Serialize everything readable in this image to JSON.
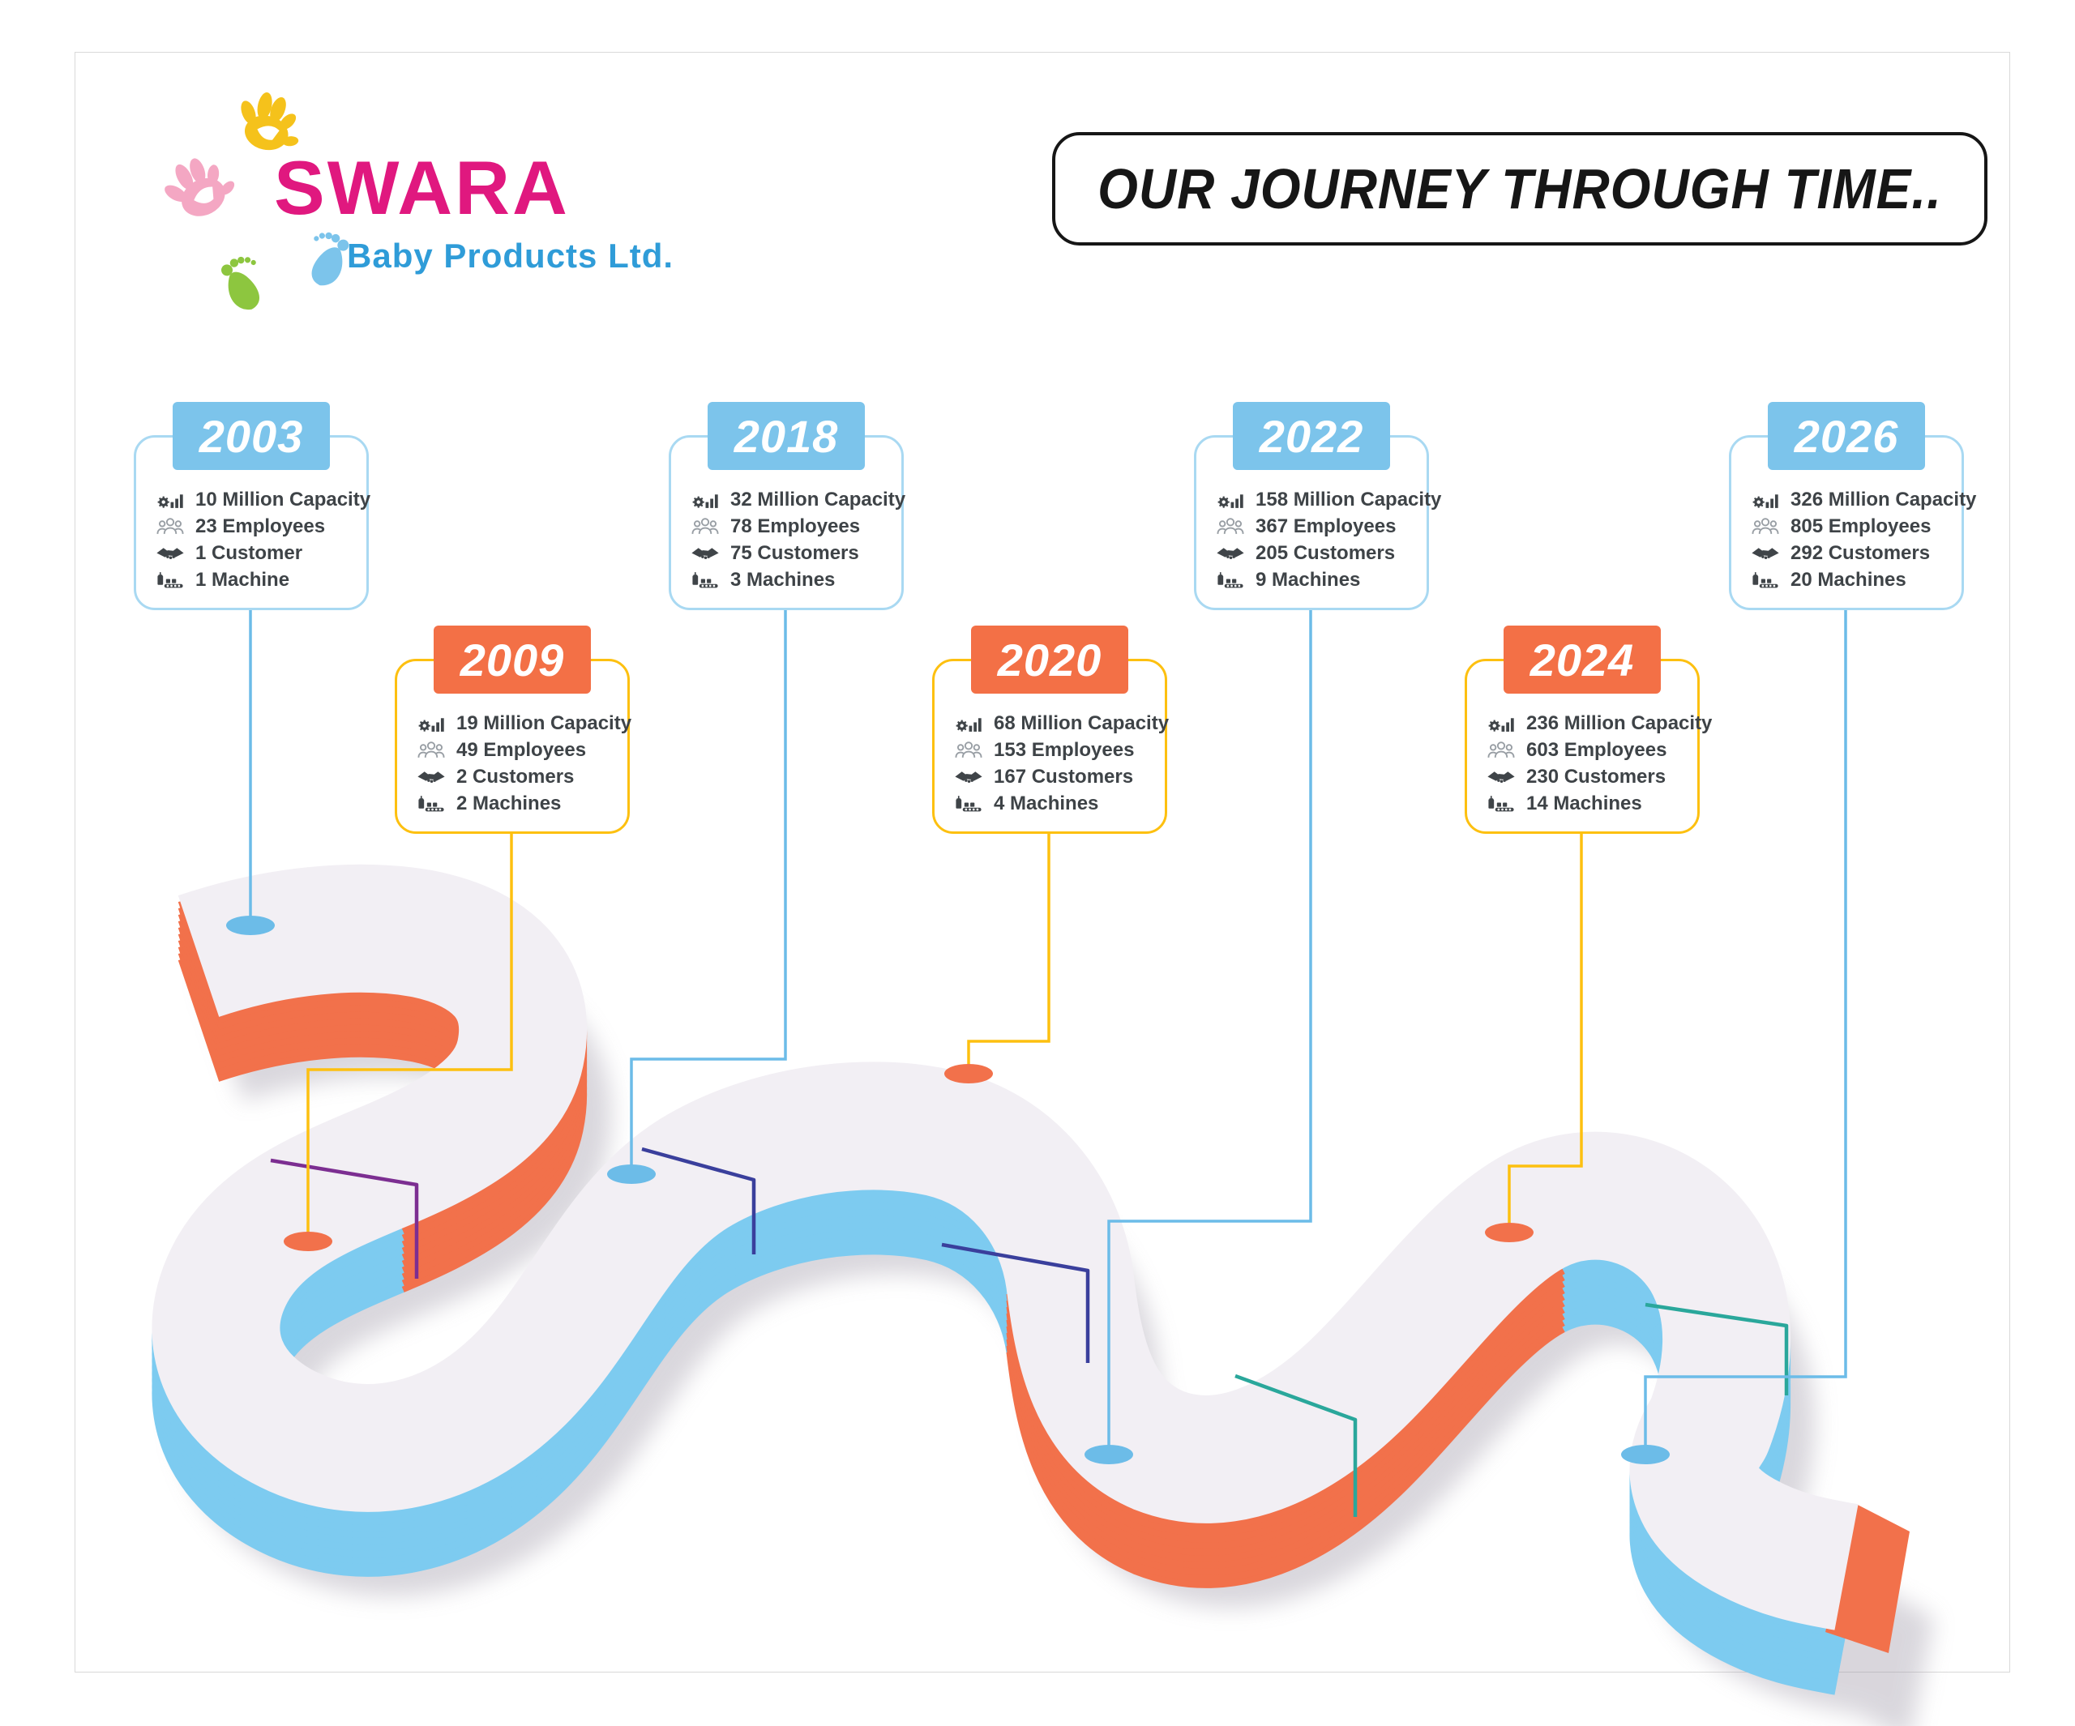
{
  "logo": {
    "brand": "SWARA",
    "tagline": "Baby Products Ltd."
  },
  "header": {
    "title": "OUR JOURNEY THROUGH TIME.."
  },
  "cards": [
    {
      "year": "2003",
      "theme": "blue",
      "stats": [
        {
          "icon": "capacity-icon",
          "label": "10 Million Capacity"
        },
        {
          "icon": "employees-icon",
          "label": "23 Employees"
        },
        {
          "icon": "customers-icon",
          "label": "1 Customer"
        },
        {
          "icon": "machines-icon",
          "label": "1 Machine"
        }
      ]
    },
    {
      "year": "2009",
      "theme": "orange",
      "stats": [
        {
          "icon": "capacity-icon",
          "label": "19 Million Capacity"
        },
        {
          "icon": "employees-icon",
          "label": "49 Employees"
        },
        {
          "icon": "customers-icon",
          "label": "2 Customers"
        },
        {
          "icon": "machines-icon",
          "label": "2 Machines"
        }
      ]
    },
    {
      "year": "2018",
      "theme": "blue",
      "stats": [
        {
          "icon": "capacity-icon",
          "label": "32 Million Capacity"
        },
        {
          "icon": "employees-icon",
          "label": "78 Employees"
        },
        {
          "icon": "customers-icon",
          "label": "75 Customers"
        },
        {
          "icon": "machines-icon",
          "label": "3 Machines"
        }
      ]
    },
    {
      "year": "2020",
      "theme": "orange",
      "stats": [
        {
          "icon": "capacity-icon",
          "label": "68 Million Capacity"
        },
        {
          "icon": "employees-icon",
          "label": "153 Employees"
        },
        {
          "icon": "customers-icon",
          "label": "167 Customers"
        },
        {
          "icon": "machines-icon",
          "label": "4 Machines"
        }
      ]
    },
    {
      "year": "2022",
      "theme": "blue",
      "stats": [
        {
          "icon": "capacity-icon",
          "label": "158 Million Capacity"
        },
        {
          "icon": "employees-icon",
          "label": "367 Employees"
        },
        {
          "icon": "customers-icon",
          "label": "205 Customers"
        },
        {
          "icon": "machines-icon",
          "label": "9 Machines"
        }
      ]
    },
    {
      "year": "2024",
      "theme": "orange",
      "stats": [
        {
          "icon": "capacity-icon",
          "label": "236 Million Capacity"
        },
        {
          "icon": "employees-icon",
          "label": "603 Employees"
        },
        {
          "icon": "customers-icon",
          "label": "230 Customers"
        },
        {
          "icon": "machines-icon",
          "label": "14 Machines"
        }
      ]
    },
    {
      "year": "2026",
      "theme": "blue",
      "stats": [
        {
          "icon": "capacity-icon",
          "label": "326 Million Capacity"
        },
        {
          "icon": "employees-icon",
          "label": "805 Employees"
        },
        {
          "icon": "customers-icon",
          "label": "292 Customers"
        },
        {
          "icon": "machines-icon",
          "label": "20 Machines"
        }
      ]
    }
  ],
  "colors": {
    "card_header_blue": "#7cc4eb",
    "card_header_orange": "#f37046",
    "card_border_blue": "#a9d9f2",
    "card_border_yellow": "#fdc010",
    "road_top": "#f2eff4",
    "road_side_blue": "#7dcbf0",
    "road_side_orange": "#f2714b",
    "connector_blue": "#6cbce8",
    "connector_yellow": "#fdc010",
    "divider_purple": "#7c2e91",
    "divider_indigo": "#3a3f9c",
    "divider_teal": "#2aa79b",
    "brand_pink": "#e0187f",
    "brand_blue": "#2f9cd8"
  }
}
